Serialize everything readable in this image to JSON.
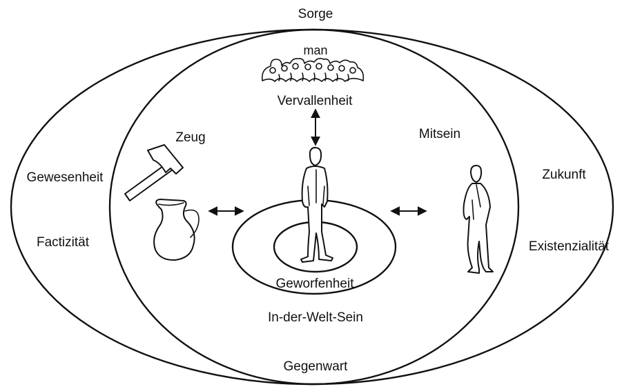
{
  "labels": {
    "sorge": "Sorge",
    "man": "man",
    "vervallenheit": "Vervallenheit",
    "zeug": "Zeug",
    "mitsein": "Mitsein",
    "gewesenheit": "Gewesenheit",
    "factizitaet": "Factizität",
    "zukunft": "Zukunft",
    "existenzialitaet": "Existenzialität",
    "geworfenheit": "Geworfenheit",
    "in_der_welt_sein": "In-der-Welt-Sein",
    "gegenwart": "Gegenwart"
  },
  "colors": {
    "line": "#111111",
    "background": "#ffffff"
  },
  "icons": [
    "crowd-icon",
    "hammer-icon",
    "jug-icon",
    "standing-person-icon",
    "other-person-icon"
  ]
}
